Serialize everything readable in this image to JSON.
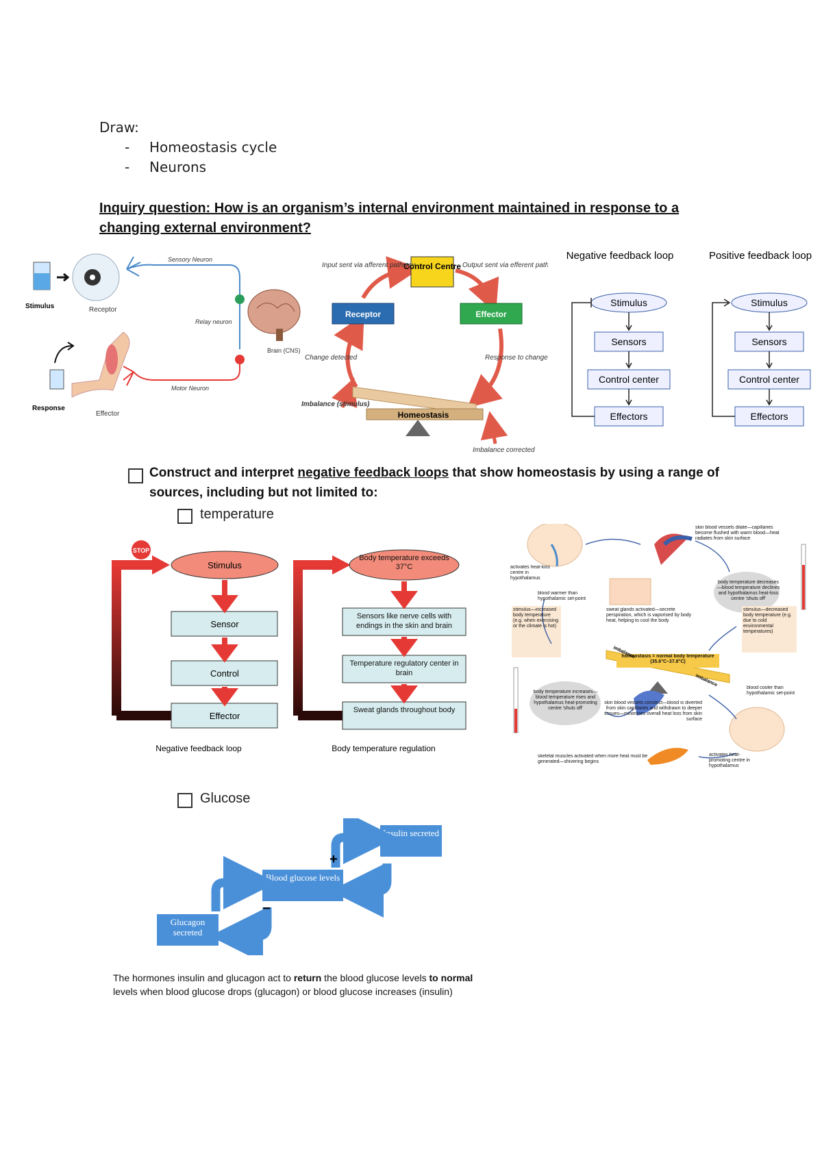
{
  "intro": {
    "draw_label": "Draw:",
    "bullets": [
      "Homeostasis cycle",
      "Neurons"
    ],
    "dash": "-"
  },
  "inquiry": "Inquiry question: How is an organism’s internal environment maintained in response to a changing external environment?",
  "reflex": {
    "stimulus": "Stimulus",
    "receptor": "Receptor",
    "sensory_neuron": "Sensory Neuron",
    "relay_neuron": "Relay neuron",
    "brain": "Brain (CNS)",
    "motor_neuron": "Motor Neuron",
    "response": "Response",
    "effector": "Effector"
  },
  "cycle": {
    "control": "Control Centre",
    "receptor": "Receptor",
    "effector": "Effector",
    "homeostasis": "Homeostasis",
    "input": "Input sent via afferent pathway",
    "output": "Output sent via efferent pathway",
    "change_detected": "Change detected",
    "response": "Response to change",
    "imbalance_stimulus": "Imbalance (stimulus)",
    "imbalance_corrected": "Imbalance corrected"
  },
  "loops": {
    "negative_title": "Negative feedback loop",
    "positive_title": "Positive feedback loop",
    "stimulus": "Stimulus",
    "sensors": "Sensors",
    "control": "Control center",
    "effectors": "Effectors"
  },
  "objective": {
    "pre": "Construct and interpret ",
    "link": "negative feedback loops",
    "post": " that show homeostasis by using a range of sources, including but not limited to:",
    "temperature": "temperature",
    "glucose": "Glucose"
  },
  "neg_loop": {
    "stop": "STOP",
    "stimulus": "Stimulus",
    "sensor": "Sensor",
    "control": "Control",
    "effector": "Effector",
    "caption": "Negative feedback loop"
  },
  "temp_loop": {
    "stimulus": "Body temperature exceeds 37°C",
    "sensor": "Sensors like nerve cells with endings in the skin and brain",
    "control": "Temperature regulatory center in brain",
    "effector": "Sweat glands throughout body",
    "caption": "Body temperature regulation"
  },
  "thermo": {
    "skin_dilate": "skin blood vessels dilate—capillaries become flushed with warm blood—heat radiates from skin surface",
    "activates_heatloss": "activates heat-loss centre in hypothalamus",
    "blood_warmer": "blood warmer than hypothalamic set-point",
    "sweat": "sweat glands activated—secrete perspiration, which is vaporised by body heat, helping to cool the body",
    "temp_decreases": "body temperature decreases—blood temperature declines and hypothalamus heat-loss centre 'shuts off'",
    "stim_increase": "stimulus—increased body temperature (e.g. when exercising or the climate is hot)",
    "stim_decrease": "stimulus—decreased body temperature (e.g. due to cold environmental temperatures)",
    "homeostasis": "homeostasis = normal body temperature (35.6°C–37.8°C)",
    "imbalance": "imbalance",
    "constrict": "skin blood vessels constrict—blood is diverted from skin capillaries and withdrawn to deeper tissues—minimises overall heat loss from skin surface",
    "temp_increases": "body temperature increases—blood temperature rises and hypothalamus heat-promoting centre 'shuts off'",
    "blood_cooler": "blood cooler than hypothalamic set-point",
    "shiver": "skeletal muscles activated when more heat must be generated—shivering begins",
    "activates_heatpromote": "activates heat-promoting centre in hypothalamus"
  },
  "glucose": {
    "insulin": "Insulin secreted",
    "blood": "Blood glucose levels",
    "glucagon": "Glucagon secreted",
    "plus": "+",
    "minus": "−"
  },
  "caption": {
    "l1_a": "The hormones insulin and glucagon act to ",
    "l1_b": "return",
    "l1_c": " the blood glucose levels ",
    "l1_d": "to normal",
    "l2": "levels when blood glucose drops (glucagon) or blood glucose increases (insulin)"
  }
}
